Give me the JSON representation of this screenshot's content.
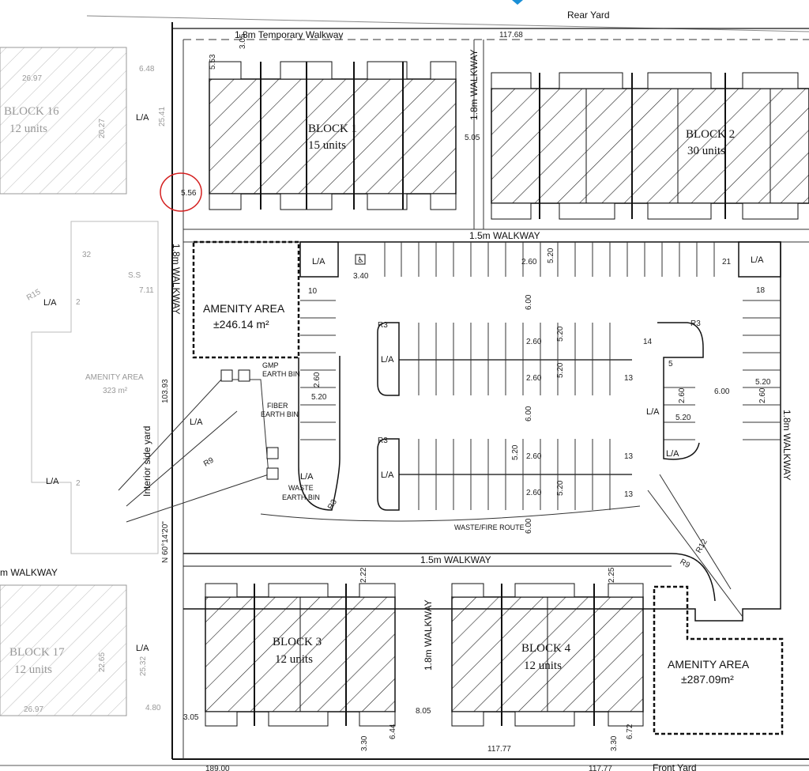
{
  "site": {
    "rear_yard": "Rear Yard",
    "front_yard": "Front Yard",
    "interior_side_yard": "Interior side yard",
    "waste_fire_route": "WASTE/FIRE ROUTE"
  },
  "walkways": {
    "temporary": "1.8m Temporary Walkway",
    "top": "1.5m WALKWAY",
    "bottom": "1.5m WALKWAY",
    "left": "1.8m WALKWAY",
    "right": "1.8m WALKWAY",
    "between_top": "1.8m WALKWAY",
    "between_bottom": "1.8m WALKWAY",
    "left_bottom": "m WALKWAY"
  },
  "blocks": [
    {
      "name": "BLOCK 1",
      "units": "15 units"
    },
    {
      "name": "BLOCK 2",
      "units": "30 units"
    },
    {
      "name": "BLOCK 3",
      "units": "12 units"
    },
    {
      "name": "BLOCK 4",
      "units": "12 units"
    },
    {
      "name": "BLOCK 16",
      "units": "12 units"
    },
    {
      "name": "BLOCK 17",
      "units": "12 units"
    }
  ],
  "amenity": {
    "a1_label": "AMENITY AREA",
    "a1_area": "±246.14 m²",
    "a2_label": "AMENITY AREA",
    "a2_area": "±287.09m²",
    "a3_label": "AMENITY AREA",
    "a3_area": "323 m²"
  },
  "bins": {
    "gmp": "GMP",
    "earth_bin": "EARTH BIN",
    "fiber": "FIBER",
    "fiber_bin": "EARTH BIN",
    "waste": "WASTE",
    "waste_bin": "EARTH BIN"
  },
  "la": "L/A",
  "ss": "S.S",
  "stall_counts": [
    "10",
    "21",
    "18",
    "14",
    "13",
    "13",
    "13",
    "5"
  ],
  "dims": {
    "top_len": "117.68",
    "bottom_len": "117.77",
    "bottom_len2": "117.77",
    "left_len": "103.93",
    "site_left": "103.93",
    "d553": "5.53",
    "d305": "3.05",
    "d556": "5.56",
    "d505": "5.05",
    "d340": "3.40",
    "d260": "2.60",
    "d520": "5.20",
    "d600": "6.00",
    "d805": "8.05",
    "d330": "3.30",
    "d644": "6.44",
    "d672": "6.72",
    "d222": "2.22",
    "d225": "2.25",
    "d2597": "26.97",
    "d2027": "20.27",
    "d2541": "25.41",
    "d648": "6.48",
    "d2532": "25.32",
    "d2265": "22.65",
    "d480": "4.80",
    "d711": "7.11",
    "d32": "32",
    "d2": "2",
    "r3": "R3",
    "r9": "R9",
    "r12": "R12",
    "r15": "R15",
    "bearing": "N 60°14'20\"",
    "d18900": "189.00"
  }
}
